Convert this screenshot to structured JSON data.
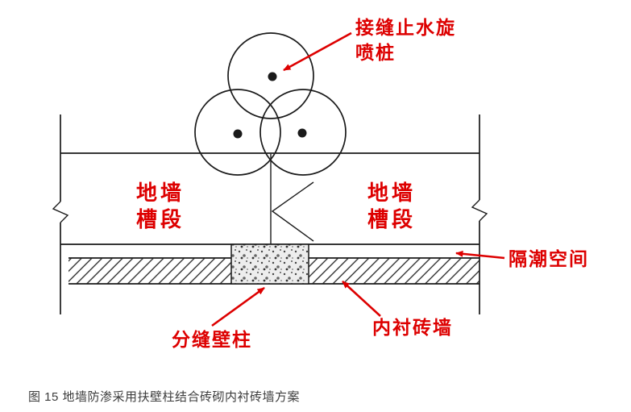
{
  "figure": {
    "annotations": {
      "jet_pile_line1": "接缝止水旋",
      "jet_pile_line2": "喷桩",
      "moisture_space": "隔潮空间",
      "pilaster": "分缝壁柱",
      "brick_lining": "内衬砖墙"
    },
    "wall_labels": {
      "left_line1": "地墙",
      "left_line2": "槽段",
      "right_line1": "地墙",
      "right_line2": "槽段"
    },
    "colors": {
      "annotation_red": "#dd0000",
      "line_black": "#1a1a1a",
      "caption_gray": "#3c3c3c"
    },
    "caption": "图 15 地墙防渗采用扶壁柱结合砖砌内衬砖墙方案"
  }
}
